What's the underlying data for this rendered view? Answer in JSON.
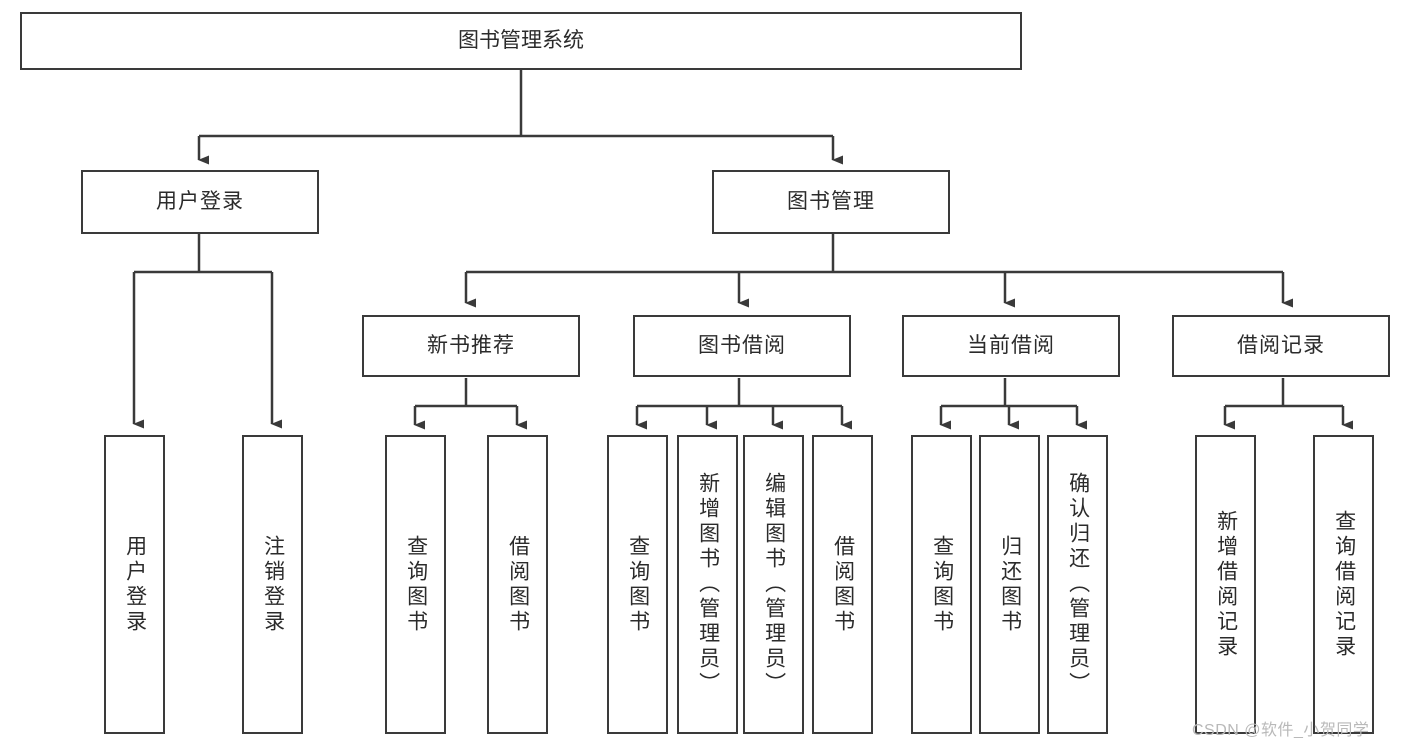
{
  "diagram": {
    "title": "图书管理系统",
    "type": "tree-hierarchy",
    "root": {
      "label": "图书管理系统"
    },
    "level2": [
      {
        "label": "用户登录"
      },
      {
        "label": "图书管理"
      }
    ],
    "level3": [
      {
        "label": "新书推荐"
      },
      {
        "label": "图书借阅"
      },
      {
        "label": "当前借阅"
      },
      {
        "label": "借阅记录"
      }
    ],
    "leaves": {
      "user_login": [
        {
          "label": "用户登录"
        },
        {
          "label": "注销登录"
        }
      ],
      "new_book_recommend": [
        {
          "label": "查询图书"
        },
        {
          "label": "借阅图书"
        }
      ],
      "book_borrow": [
        {
          "label": "查询图书"
        },
        {
          "label": "新增图书（管理员）"
        },
        {
          "label": "编辑图书（管理员）"
        },
        {
          "label": "借阅图书"
        }
      ],
      "current_borrow": [
        {
          "label": "查询图书"
        },
        {
          "label": "归还图书"
        },
        {
          "label": "确认归还（管理员）"
        }
      ],
      "borrow_record": [
        {
          "label": "新增借阅记录"
        },
        {
          "label": "查询借阅记录"
        }
      ]
    }
  },
  "watermark": {
    "text": "CSDN @软件_小贺同学"
  },
  "colors": {
    "stroke": "#3a3a3a",
    "background": "#ffffff",
    "text": "#2b2b2b",
    "watermark": "#b9b9b9"
  }
}
